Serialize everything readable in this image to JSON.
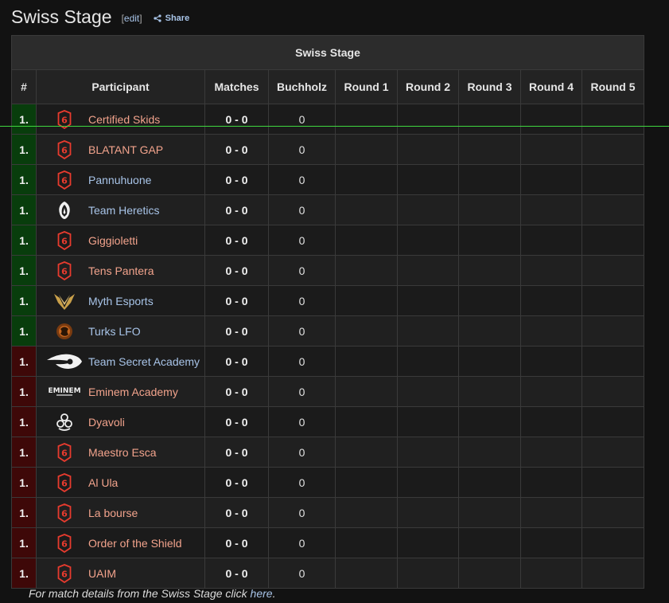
{
  "heading": {
    "title": "Swiss Stage",
    "edit_open": "[",
    "edit_label": "edit",
    "edit_close": "]",
    "share_label": "Share"
  },
  "table": {
    "caption": "Swiss Stage",
    "headers": {
      "rank": "#",
      "participant": "Participant",
      "matches": "Matches",
      "buchholz": "Buchholz",
      "round1": "Round 1",
      "round2": "Round 2",
      "round3": "Round 3",
      "round4": "Round 4",
      "round5": "Round 5"
    },
    "rows": [
      {
        "rank": "1.",
        "name": "Certified Skids",
        "matches": "0 - 0",
        "buchholz": "0",
        "status": "up",
        "logo": "six-invitational-icon",
        "link": "red"
      },
      {
        "rank": "1.",
        "name": "BLATANT GAP",
        "matches": "0 - 0",
        "buchholz": "0",
        "status": "up",
        "logo": "six-invitational-icon",
        "link": "red"
      },
      {
        "rank": "1.",
        "name": "Pannuhuone",
        "matches": "0 - 0",
        "buchholz": "0",
        "status": "up",
        "logo": "six-invitational-icon",
        "link": "blue"
      },
      {
        "rank": "1.",
        "name": "Team Heretics",
        "matches": "0 - 0",
        "buchholz": "0",
        "status": "up",
        "logo": "heretics-icon",
        "link": "blue"
      },
      {
        "rank": "1.",
        "name": "Giggioletti",
        "matches": "0 - 0",
        "buchholz": "0",
        "status": "up",
        "logo": "six-invitational-icon",
        "link": "red"
      },
      {
        "rank": "1.",
        "name": "Tens Pantera",
        "matches": "0 - 0",
        "buchholz": "0",
        "status": "up",
        "logo": "six-invitational-icon",
        "link": "red"
      },
      {
        "rank": "1.",
        "name": "Myth Esports",
        "matches": "0 - 0",
        "buchholz": "0",
        "status": "up",
        "logo": "myth-icon",
        "link": "blue"
      },
      {
        "rank": "1.",
        "name": "Turks LFO",
        "matches": "0 - 0",
        "buchholz": "0",
        "status": "up",
        "logo": "turks-icon",
        "link": "blue"
      },
      {
        "rank": "1.",
        "name": "Team Secret Academy",
        "matches": "0 - 0",
        "buchholz": "0",
        "status": "down",
        "logo": "team-secret-icon",
        "link": "blue"
      },
      {
        "rank": "1.",
        "name": "Eminem Academy",
        "matches": "0 - 0",
        "buchholz": "0",
        "status": "down",
        "logo": "eminem-icon",
        "link": "red"
      },
      {
        "rank": "1.",
        "name": "Dyavoli",
        "matches": "0 - 0",
        "buchholz": "0",
        "status": "down",
        "logo": "dyavoli-icon",
        "link": "red"
      },
      {
        "rank": "1.",
        "name": "Maestro Esca",
        "matches": "0 - 0",
        "buchholz": "0",
        "status": "down",
        "logo": "six-invitational-icon",
        "link": "red"
      },
      {
        "rank": "1.",
        "name": "Al Ula",
        "matches": "0 - 0",
        "buchholz": "0",
        "status": "down",
        "logo": "six-invitational-icon",
        "link": "red"
      },
      {
        "rank": "1.",
        "name": "La bourse",
        "matches": "0 - 0",
        "buchholz": "0",
        "status": "down",
        "logo": "six-invitational-icon",
        "link": "red"
      },
      {
        "rank": "1.",
        "name": "Order of the Shield",
        "matches": "0 - 0",
        "buchholz": "0",
        "status": "down",
        "logo": "six-invitational-icon",
        "link": "red"
      },
      {
        "rank": "1.",
        "name": "UAIM",
        "matches": "0 - 0",
        "buchholz": "0",
        "status": "down",
        "logo": "six-invitational-icon",
        "link": "red"
      }
    ]
  },
  "footer": {
    "text": "For match details from the Swiss Stage click ",
    "link_label": "here",
    "end": "."
  },
  "colors": {
    "advance": "#083d0c",
    "eliminated": "#3e0808",
    "link_red": "#f2a38c",
    "link_blue": "#a8c4e8"
  }
}
